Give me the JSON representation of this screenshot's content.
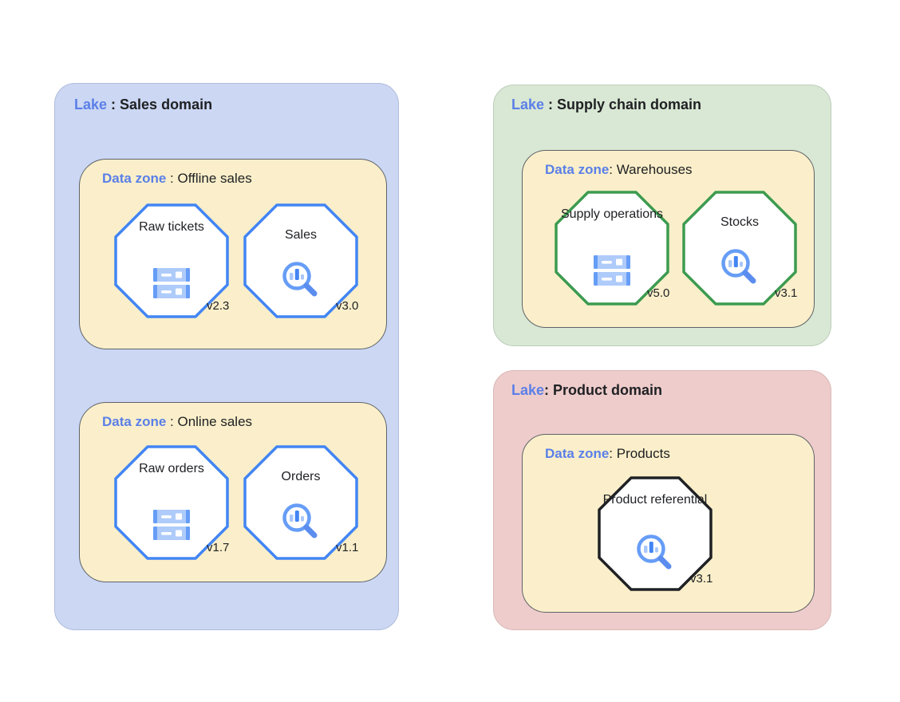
{
  "palette": {
    "page_background": "#FFFFFF",
    "lake_sales_bg": "#CBD7F3",
    "lake_supply_bg": "#D9E8D4",
    "lake_product_bg": "#EDCCCB",
    "zone_bg": "#FAEFCA",
    "zone_border": "#5F6368",
    "label_blue": "#5B7FE8",
    "octagon_blue_border": "#4285F4",
    "octagon_green_border": "#3C9B4F",
    "octagon_black_border": "#1F2124",
    "icon_light_blue": "#AECBFA",
    "icon_medium_blue": "#669DF6",
    "icon_dark_blue": "#4285F4",
    "text_color": "#202124"
  },
  "lakes": [
    {
      "prefix": "Lake",
      "sep": " : ",
      "title": "Sales domain",
      "zones": [
        {
          "prefix": "Data zone",
          "sep": " : ",
          "title": "Offline sales",
          "assets": [
            {
              "name": "Raw tickets",
              "icon": "storage-icon",
              "version": "v2.3"
            },
            {
              "name": "Sales",
              "icon": "search-analytics-icon",
              "version": "v3.0"
            }
          ]
        },
        {
          "prefix": "Data zone",
          "sep": " : ",
          "title": "Online sales",
          "assets": [
            {
              "name": "Raw orders",
              "icon": "storage-icon",
              "version": "v1.7"
            },
            {
              "name": "Orders",
              "icon": "search-analytics-icon",
              "version": "v1.1"
            }
          ]
        }
      ]
    },
    {
      "prefix": "Lake",
      "sep": " : ",
      "title": "Supply chain domain",
      "zones": [
        {
          "prefix": "Data zone",
          "sep": ": ",
          "title": "Warehouses",
          "assets": [
            {
              "name": "Supply operations",
              "icon": "storage-icon",
              "version": "v5.0"
            },
            {
              "name": "Stocks",
              "icon": "search-analytics-icon",
              "version": "v3.1"
            }
          ]
        }
      ]
    },
    {
      "prefix": "Lake",
      "sep": ": ",
      "title": "Product domain",
      "zones": [
        {
          "prefix": "Data zone",
          "sep": ": ",
          "title": "Products",
          "assets": [
            {
              "name": "Product referential",
              "icon": "search-analytics-icon",
              "version": "v3.1"
            }
          ]
        }
      ]
    }
  ]
}
